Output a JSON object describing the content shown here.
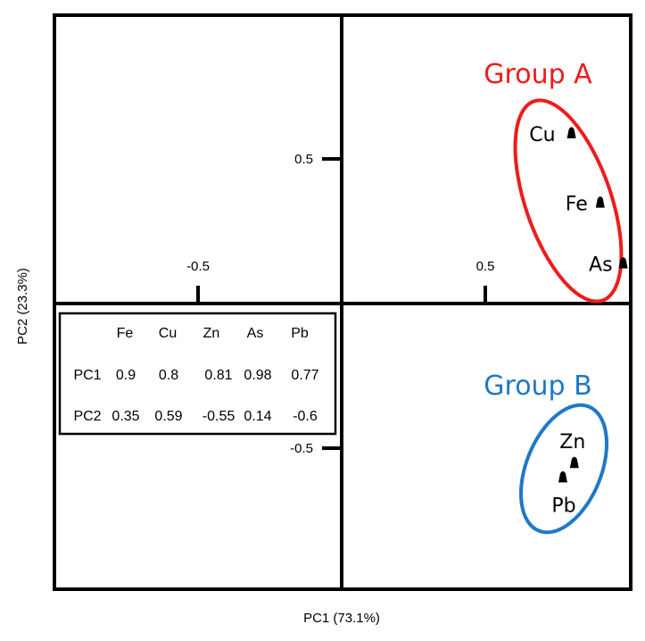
{
  "chart_data": {
    "type": "scatter",
    "xlabel": "PC1 (73.1%)",
    "ylabel": "PC2  (23.3%)",
    "xlim": [
      -1,
      1
    ],
    "ylim": [
      -1,
      1
    ],
    "x_ticks": [
      {
        "value": -0.5,
        "label": "-0.5"
      },
      {
        "value": 0.5,
        "label": "0.5"
      }
    ],
    "y_ticks": [
      {
        "value": 0.5,
        "label": "0.5"
      },
      {
        "value": -0.5,
        "label": "-0.5"
      }
    ],
    "points": [
      {
        "label": "Cu",
        "x": 0.8,
        "y": 0.59,
        "group": "Group A"
      },
      {
        "label": "Fe",
        "x": 0.9,
        "y": 0.35,
        "group": "Group A"
      },
      {
        "label": "As",
        "x": 0.98,
        "y": 0.14,
        "group": "Group A"
      },
      {
        "label": "Zn",
        "x": 0.81,
        "y": -0.55,
        "group": "Group B"
      },
      {
        "label": "Pb",
        "x": 0.77,
        "y": -0.6,
        "group": "Group B"
      }
    ],
    "groups": [
      {
        "name": "Group A",
        "color": "#ee1c1c",
        "members": [
          "Cu",
          "Fe",
          "As"
        ]
      },
      {
        "name": "Group B",
        "color": "#1f78c8",
        "members": [
          "Zn",
          "Pb"
        ]
      }
    ],
    "table": {
      "columns": [
        "Fe",
        "Cu",
        "Zn",
        "As",
        "Pb"
      ],
      "rows": [
        {
          "label": "PC1",
          "values": [
            "0.9",
            "0.8",
            "0.81",
            "0.98",
            "0.77"
          ]
        },
        {
          "label": "PC2",
          "values": [
            "0.35",
            "0.59",
            "-0.55",
            "0.14",
            "-0.6"
          ]
        }
      ]
    },
    "grid": false
  }
}
